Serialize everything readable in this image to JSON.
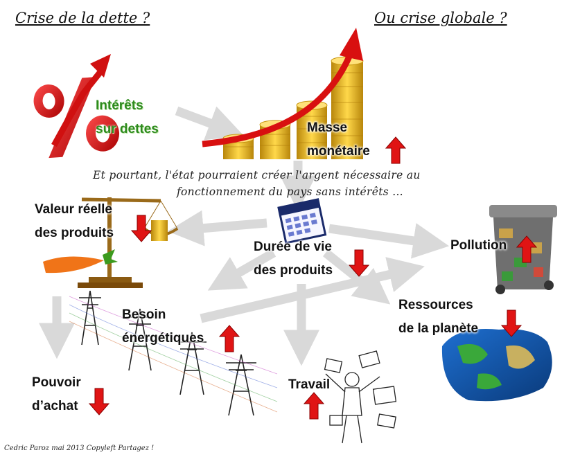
{
  "titles": {
    "left": "Crise de la dette ?",
    "right": "Ou crise globale ?"
  },
  "statement": {
    "line1": "Et pourtant, l'état pourraient créer l'argent nécessaire au",
    "line2": "fonctionnement  du  pays sans intérêts ..."
  },
  "nodes": {
    "interets": {
      "line1": "Intérêts",
      "line2": "sur dettes",
      "color": "#2e8b1e"
    },
    "masse": {
      "line1": "Masse",
      "line2": "monétaire",
      "trend": "up"
    },
    "valeur": {
      "line1": "Valeur réelle",
      "line2": "des produits",
      "trend": "down"
    },
    "duree": {
      "line1": "Durée de vie",
      "line2": "des produits",
      "trend": "down"
    },
    "pollution": {
      "line1": "Pollution",
      "trend": "up"
    },
    "ressources": {
      "line1": "Ressources",
      "line2": "de la planète",
      "trend": "down"
    },
    "besoin": {
      "line1": "Besoin",
      "line2": "énergétiques",
      "trend": "up"
    },
    "pouvoir": {
      "line1": "Pouvoir",
      "line2": "d’achat",
      "trend": "down"
    },
    "travail": {
      "line1": "Travail",
      "trend": "up"
    }
  },
  "credit": "Cedric Paroz   mai 2013   Copyleft   Partagez !",
  "colors": {
    "trend_arrow": "#e01414",
    "flow_arrow": "#d9d9d9",
    "growth_arrow": "#e01414",
    "coin": "#f2c21a"
  },
  "icons": [
    "percent-icon",
    "coin-stacks-icon",
    "growth-arrow-icon",
    "balance-scale-icon",
    "carrot-icon",
    "calendar-icon",
    "trash-bin-icon",
    "crumpled-globe-icon",
    "power-pylon-icon",
    "busy-worker-icon"
  ]
}
